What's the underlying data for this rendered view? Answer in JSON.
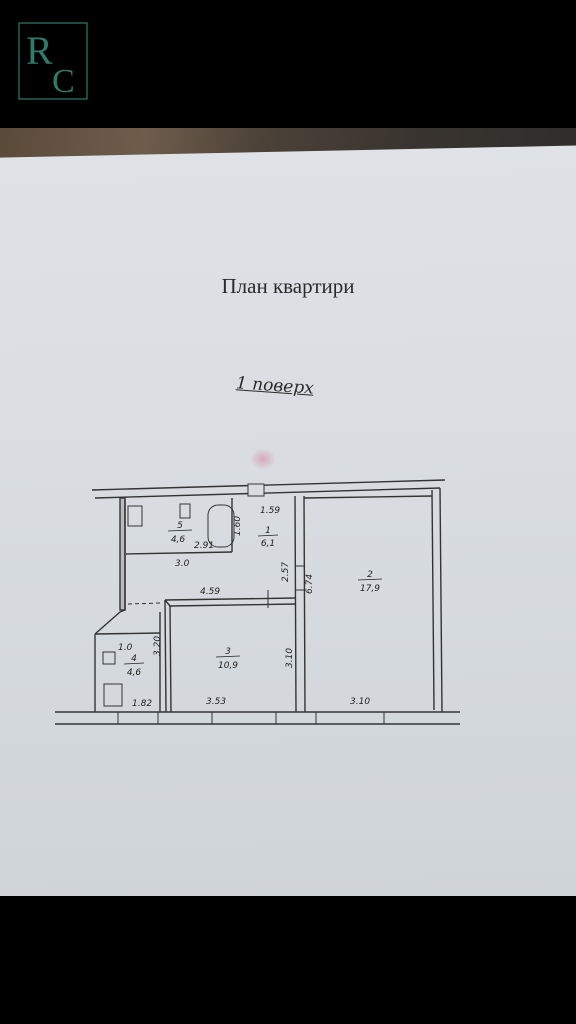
{
  "logo": {
    "letters": "RC",
    "color": "#2f7a6a"
  },
  "document": {
    "title": "План квартири",
    "floor": "1 поверх"
  },
  "plan": {
    "rooms": [
      {
        "number": "1",
        "area": "6,1"
      },
      {
        "number": "2",
        "area": "17,9"
      },
      {
        "number": "3",
        "area": "10,9"
      },
      {
        "number": "4",
        "area": "4,6"
      },
      {
        "number": "5",
        "area": "4,6"
      }
    ],
    "dimensions": [
      "1.59",
      "2.91",
      "3.0",
      "4.59",
      "2.57",
      "3.10",
      "3.20",
      "1.0",
      "1.82",
      "3.53",
      "3.10",
      "1.60",
      "6.74"
    ]
  }
}
